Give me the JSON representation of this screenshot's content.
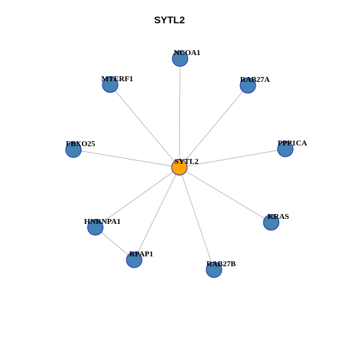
{
  "title": "SYTL2",
  "colors": {
    "center_fill": "#FFA500",
    "leaf_fill": "#4682B4",
    "node_stroke": "#1A33B8",
    "edge": "#B3B3B3"
  },
  "nodes": [
    {
      "id": "SYTL2",
      "label": "SYTL2",
      "role": "center"
    },
    {
      "id": "NCOA1",
      "label": "NCOA1",
      "role": "leaf"
    },
    {
      "id": "RAB27A",
      "label": "RAB27A",
      "role": "leaf"
    },
    {
      "id": "PPP1CA",
      "label": "PPP1CA",
      "role": "leaf"
    },
    {
      "id": "KRAS",
      "label": "KRAS",
      "role": "leaf"
    },
    {
      "id": "RAB27B",
      "label": "RAB27B",
      "role": "leaf"
    },
    {
      "id": "RPAP1",
      "label": "RPAP1",
      "role": "leaf"
    },
    {
      "id": "HNRNPA1",
      "label": "HNRNPA1",
      "role": "leaf"
    },
    {
      "id": "FBXO25",
      "label": "FBXO25",
      "role": "leaf"
    },
    {
      "id": "MTERF1",
      "label": "MTERF1",
      "role": "leaf"
    }
  ],
  "edges": [
    [
      "SYTL2",
      "NCOA1"
    ],
    [
      "SYTL2",
      "RAB27A"
    ],
    [
      "SYTL2",
      "PPP1CA"
    ],
    [
      "SYTL2",
      "KRAS"
    ],
    [
      "SYTL2",
      "RAB27B"
    ],
    [
      "SYTL2",
      "RPAP1"
    ],
    [
      "SYTL2",
      "HNRNPA1"
    ],
    [
      "SYTL2",
      "FBXO25"
    ],
    [
      "SYTL2",
      "MTERF1"
    ],
    [
      "HNRNPA1",
      "RPAP1"
    ]
  ]
}
